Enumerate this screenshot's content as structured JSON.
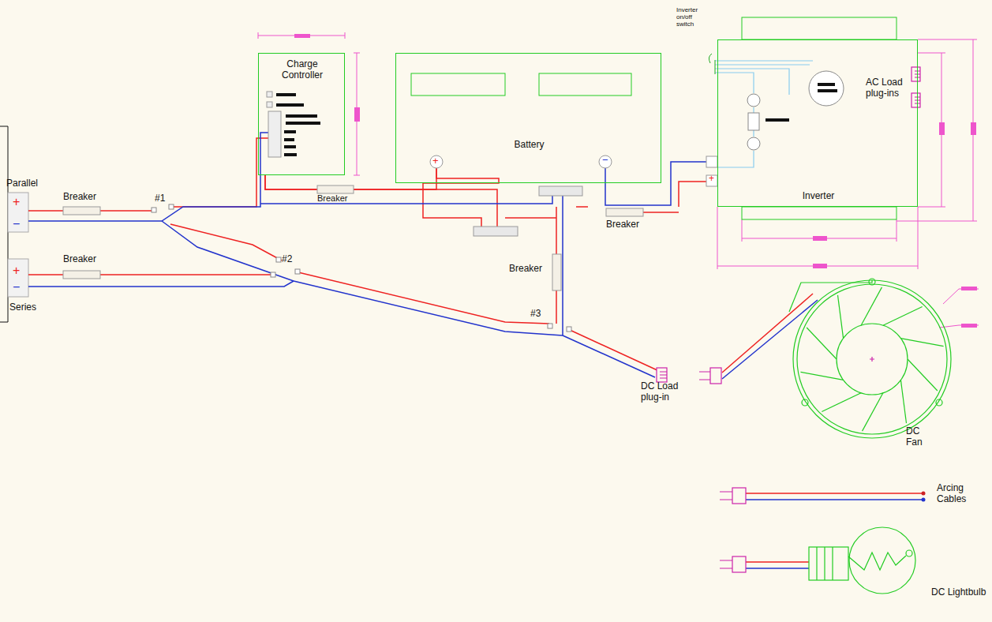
{
  "diagram": {
    "nodes": [
      {
        "text": [
          "Charge Controller"
        ]
      },
      {
        "text": [
          "Battery"
        ]
      },
      {
        "text": [
          "Inverter"
        ]
      }
    ],
    "edges": [
      {
        "from": 0,
        "to": 1,
        "arrow": "none"
      },
      {
        "from": 1,
        "to": 2,
        "arrow": "none"
      }
    ],
    "labels": [
      "Inverter on/off switch",
      "AC Load plug-ins",
      "Parallel",
      "+",
      "−",
      "Breaker",
      "#1",
      "Breaker",
      "+",
      "−",
      "+",
      "Breaker",
      "#2",
      "Breaker",
      "+",
      "−",
      "Series",
      "Breaker",
      "#3",
      "DC Load plug-in",
      "DC Fan",
      "Arcing Cables",
      "DC Lightbulb"
    ]
  }
}
